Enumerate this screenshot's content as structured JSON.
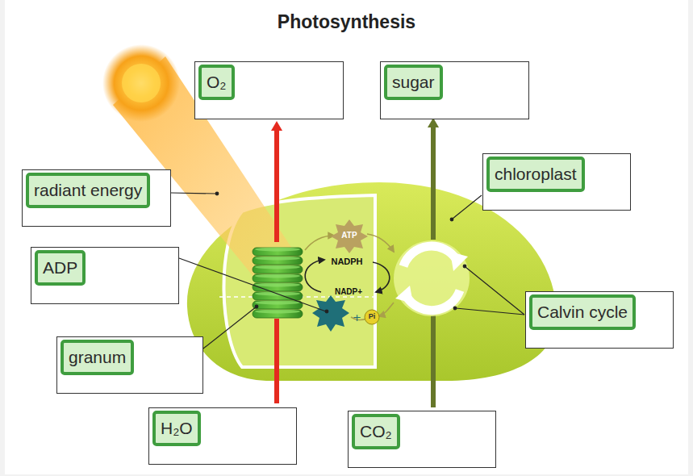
{
  "diagram": {
    "title": "Photosynthesis",
    "nodes": [
      {
        "text": [
          "O₂"
        ]
      },
      {
        "text": [
          "sugar"
        ]
      },
      {
        "text": [
          "radiant energy"
        ]
      },
      {
        "text": [
          "chloroplast"
        ]
      },
      {
        "text": [
          "ADP"
        ]
      },
      {
        "text": [
          "Calvin cycle"
        ]
      },
      {
        "text": [
          "granum"
        ]
      },
      {
        "text": [
          "H₂O"
        ]
      },
      {
        "text": [
          "CO₂"
        ]
      }
    ],
    "labels": [
      "ATP",
      "NADPH",
      "NADP+",
      "Pi"
    ]
  }
}
